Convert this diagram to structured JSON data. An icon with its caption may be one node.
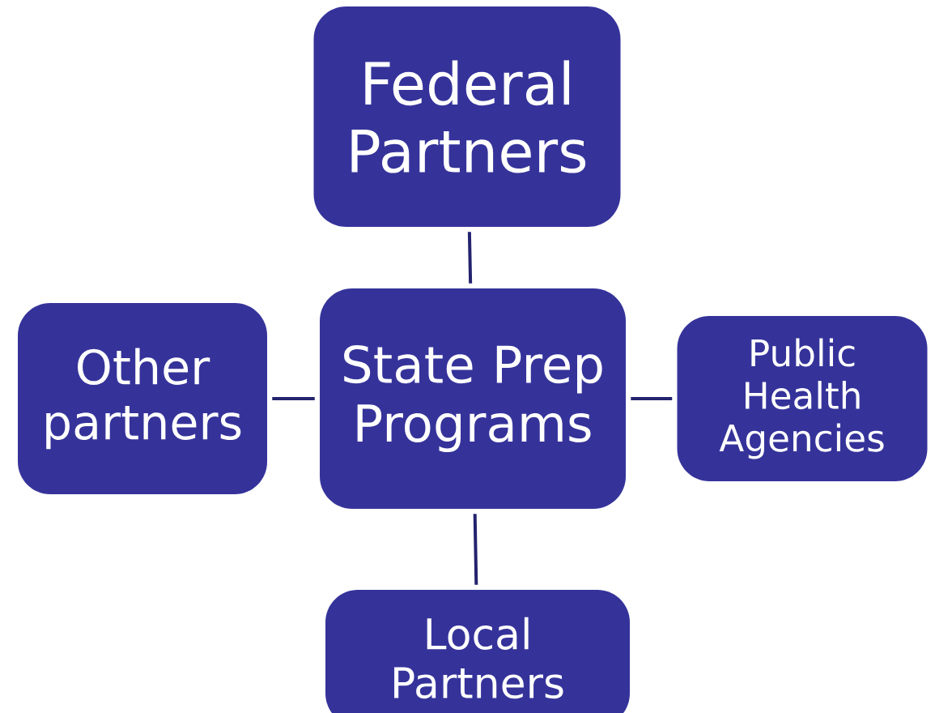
{
  "diagram": {
    "nodes": [
      {
        "text": [
          "Federal Partners"
        ]
      },
      {
        "text": [
          "State Prep Programs"
        ]
      },
      {
        "text": [
          "Other partners"
        ]
      },
      {
        "text": [
          "Public Health Agencies"
        ]
      },
      {
        "text": [
          "Local Partners"
        ]
      }
    ],
    "edges": [
      {
        "from": 1,
        "to": 0,
        "arrow": "none"
      },
      {
        "from": 1,
        "to": 2,
        "arrow": "none"
      },
      {
        "from": 1,
        "to": 3,
        "arrow": "none"
      },
      {
        "from": 1,
        "to": 4,
        "arrow": "none"
      }
    ]
  }
}
